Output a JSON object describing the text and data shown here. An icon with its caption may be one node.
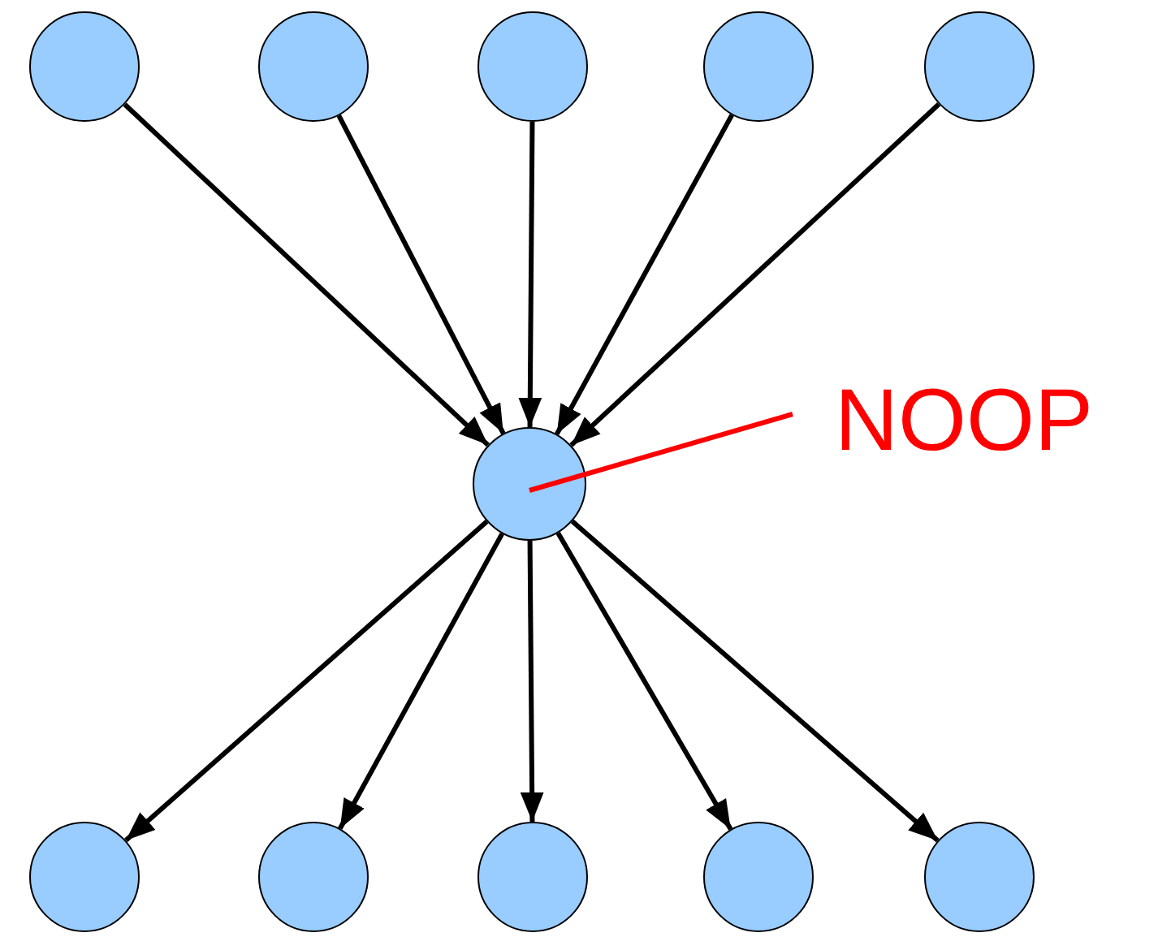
{
  "diagram": {
    "nodes": [
      {
        "text": [],
        "shape": "circle"
      },
      {
        "text": [],
        "shape": "circle"
      },
      {
        "text": [],
        "shape": "circle"
      },
      {
        "text": [],
        "shape": "circle"
      },
      {
        "text": [],
        "shape": "circle"
      },
      {
        "text": [],
        "shape": "circle"
      },
      {
        "text": [
          "NOOP"
        ]
      },
      {
        "text": [],
        "shape": "circle"
      },
      {
        "text": [],
        "shape": "circle"
      },
      {
        "text": [],
        "shape": "circle"
      },
      {
        "text": [],
        "shape": "circle"
      },
      {
        "text": [],
        "shape": "circle"
      }
    ],
    "edges": [
      {
        "from": 0,
        "to": 5,
        "arrow": "to"
      },
      {
        "from": 1,
        "to": 5,
        "arrow": "to"
      },
      {
        "from": 2,
        "to": 5,
        "arrow": "to"
      },
      {
        "from": 3,
        "to": 5,
        "arrow": "to"
      },
      {
        "from": 4,
        "to": 5,
        "arrow": "to"
      },
      {
        "from": 5,
        "to": 7,
        "arrow": "to"
      },
      {
        "from": 5,
        "to": 8,
        "arrow": "to"
      },
      {
        "from": 5,
        "to": 9,
        "arrow": "to"
      },
      {
        "from": 5,
        "to": 10,
        "arrow": "to"
      },
      {
        "from": 5,
        "to": 11,
        "arrow": "to"
      },
      {
        "from": 6,
        "to": 5,
        "arrow": "none",
        "color": "#ff0000"
      }
    ]
  }
}
